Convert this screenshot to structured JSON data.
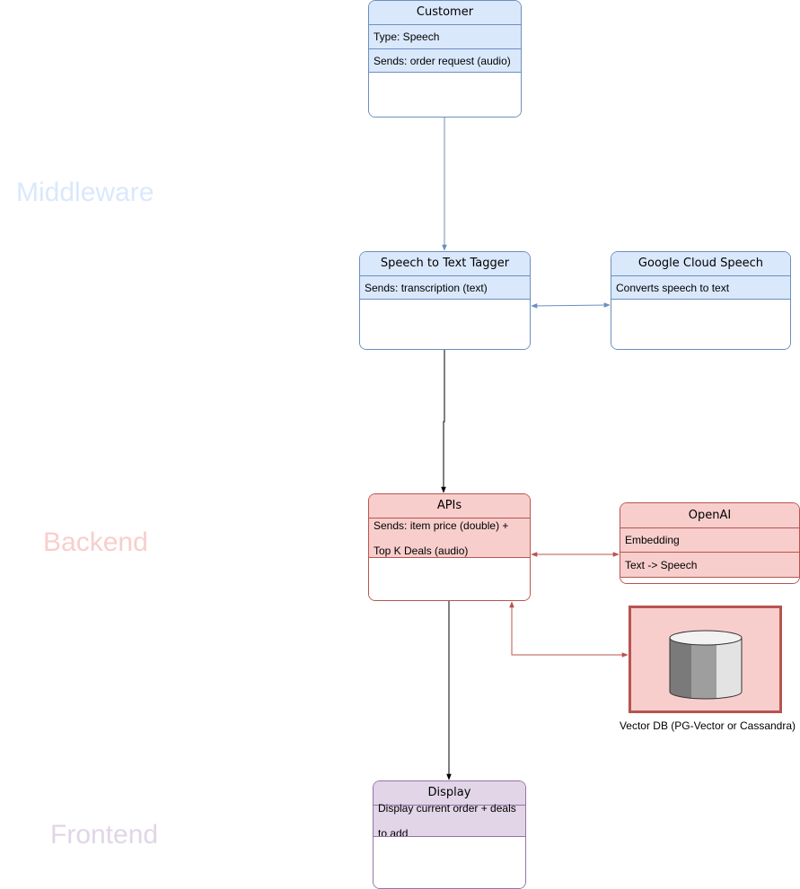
{
  "lanes": {
    "middleware": "Middleware",
    "backend": "Backend",
    "frontend": "Frontend"
  },
  "nodes": {
    "customer": {
      "title": "Customer",
      "rows": [
        "Type: Speech",
        "Sends: order request (audio)"
      ]
    },
    "speech_tagger": {
      "title": "Speech to Text Tagger",
      "rows": [
        "Sends: transcription (text)"
      ]
    },
    "google_speech": {
      "title": "Google Cloud Speech",
      "rows": [
        "Converts speech to text"
      ]
    },
    "apis": {
      "title": "APIs",
      "rows": [
        "Sends: item price (double) +",
        "Top K Deals (audio)"
      ]
    },
    "openai": {
      "title": "OpenAI",
      "rows": [
        "Embedding",
        "Text -> Speech"
      ]
    },
    "vector_db": {
      "label": "Vector DB (PG-Vector or Cassandra)"
    },
    "display": {
      "title": "Display",
      "rows": [
        "Display current order + deals",
        "to add"
      ]
    }
  },
  "colors": {
    "middleware_fill": "#dae8fc",
    "middleware_stroke": "#6c8ebf",
    "backend_fill": "#f8cecc",
    "backend_stroke": "#b85450",
    "frontend_fill": "#e1d5e7",
    "frontend_stroke": "#9673a6",
    "edge_default": "#000000"
  },
  "icons": {
    "database": "cylinder-database-icon"
  }
}
